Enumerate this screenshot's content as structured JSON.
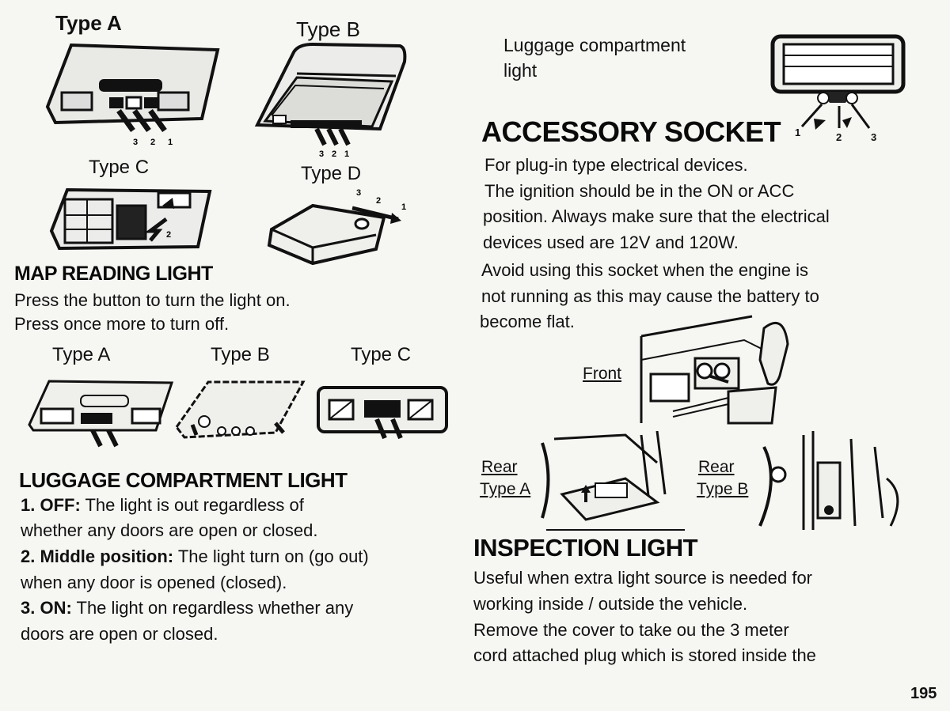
{
  "top_lights": {
    "type_a_label": "Type A",
    "type_b_label": "Type B",
    "type_c_label": "Type C",
    "type_d_label": "Type D",
    "position_numbers": [
      "3",
      "2",
      "1"
    ]
  },
  "map_reading": {
    "heading": "MAP READING LIGHT",
    "lines": [
      "Press the button to turn the light on.",
      "Press once more to turn off."
    ],
    "type_labels": [
      "Type A",
      "Type B",
      "Type C"
    ]
  },
  "luggage_compartment": {
    "heading": "LUGGAGE COMPARTMENT LIGHT",
    "items": [
      {
        "prefix": "1. OFF:",
        "text": " The light is out regardless of"
      },
      {
        "prefix": "",
        "text": "whether any doors are open or closed."
      },
      {
        "prefix": "2. Middle position:",
        "text": " The light turn on (go out)"
      },
      {
        "prefix": "",
        "text": "when any door is opened (closed)."
      },
      {
        "prefix": "3. ON:",
        "text": " The light on regardless whether any"
      },
      {
        "prefix": "",
        "text": "doors are open or closed."
      }
    ],
    "figure_caption_line1": "Luggage compartment",
    "figure_caption_line2": "light",
    "position_numbers": [
      "1",
      "2",
      "3"
    ]
  },
  "accessory_socket": {
    "heading": "ACCESSORY SOCKET",
    "lines": [
      "For plug-in type electrical devices.",
      "The ignition should be in the ON or ACC",
      "position. Always make sure that the electrical",
      "devices used are 12V and 120W.",
      "Avoid using this socket when the engine is",
      "not running as this may cause the battery to",
      "become flat."
    ],
    "front_label": "Front",
    "rear_a_line1": "Rear",
    "rear_a_line2": "Type A",
    "rear_b_line1": "Rear",
    "rear_b_line2": "Type B"
  },
  "inspection_light": {
    "heading": "INSPECTION LIGHT",
    "lines": [
      "Useful  when extra light source is needed for",
      "working inside / outside the vehicle.",
      "Remove the cover to take ou the 3 meter",
      "cord attached plug which is stored inside the"
    ]
  },
  "page_number": "195"
}
